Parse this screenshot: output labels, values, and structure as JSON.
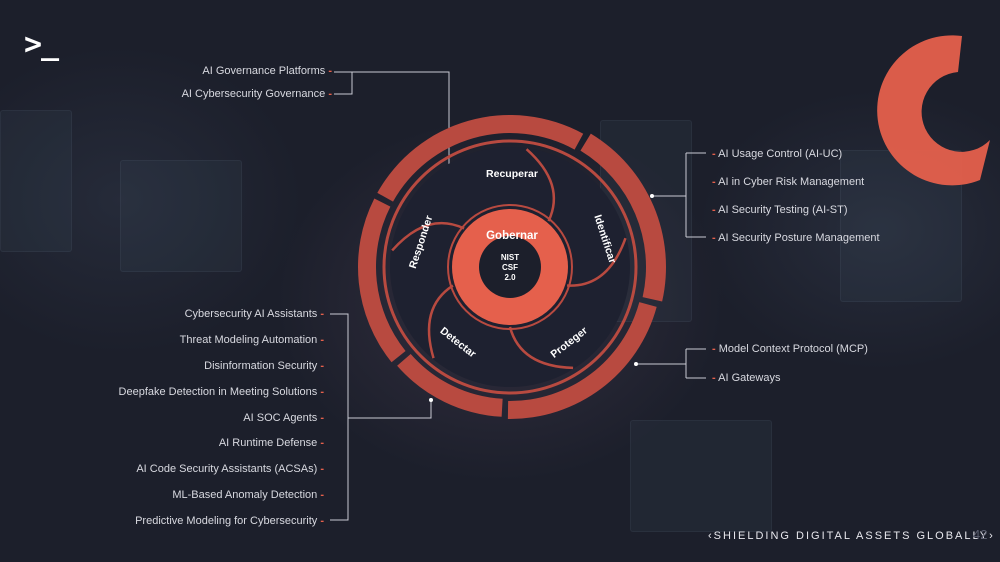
{
  "logo": {
    "text": ">_"
  },
  "center": {
    "title": "Gobernar",
    "line1": "NIST",
    "line2": "CSF",
    "line3": "2.0"
  },
  "segments": {
    "recuperar": "Recuperar",
    "identificar": "Identificar",
    "proteger": "Proteger",
    "detectar": "Detectar",
    "responder": "Responder"
  },
  "governance_items": [
    "AI Governance Platforms",
    "AI Cybersecurity Governance"
  ],
  "identify_items": [
    "AI Usage Control (AI-UC)",
    "AI in Cyber Risk Management",
    "AI Security Testing (AI-ST)",
    "AI Security Posture Management"
  ],
  "protect_items": [
    "Model Context Protocol (MCP)",
    "AI Gateways"
  ],
  "detect_items": [
    "Cybersecurity AI Assistants",
    "Threat Modeling Automation",
    "Disinformation Security",
    "Deepfake Detection in Meeting Solutions",
    "AI SOC Agents",
    "AI Runtime Defense",
    "AI Code Security Assistants  (ACSAs)",
    "ML-Based Anomaly Detection",
    "Predictive Modeling for Cybersecurity"
  ],
  "footer": {
    "tagline": "‹SHIELDING DIGITAL ASSETS GLOBALLY›",
    "page": "42"
  },
  "colors": {
    "accent": "#e5604c",
    "ring": "#b84a40",
    "dark": "#1c1f2b"
  }
}
